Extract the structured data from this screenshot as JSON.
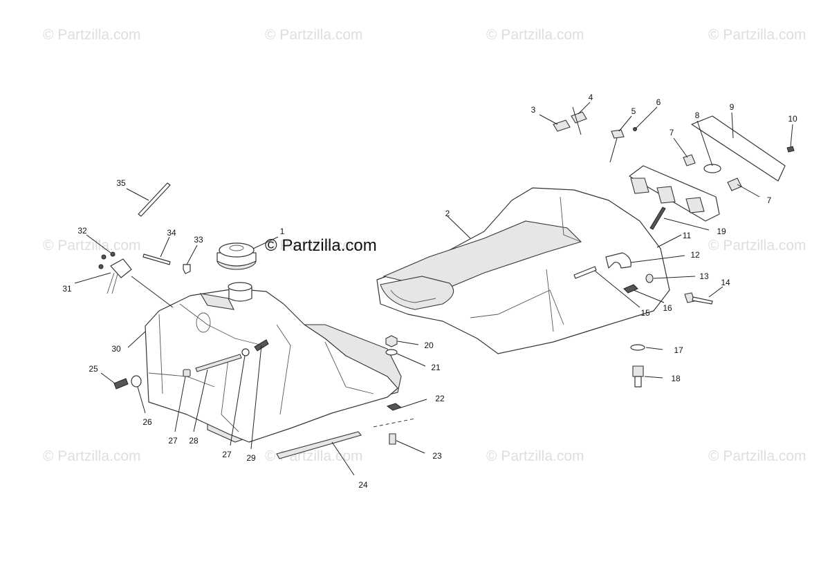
{
  "watermark": "© Partzilla.com",
  "brand_label": "© Partzilla.com",
  "callouts": [
    "1",
    "2",
    "3",
    "4",
    "5",
    "6",
    "7",
    "7",
    "8",
    "9",
    "10",
    "11",
    "12",
    "13",
    "14",
    "15",
    "16",
    "17",
    "18",
    "19",
    "20",
    "21",
    "22",
    "23",
    "24",
    "25",
    "26",
    "27",
    "27",
    "28",
    "29",
    "30",
    "31",
    "32",
    "33",
    "34",
    "35"
  ]
}
